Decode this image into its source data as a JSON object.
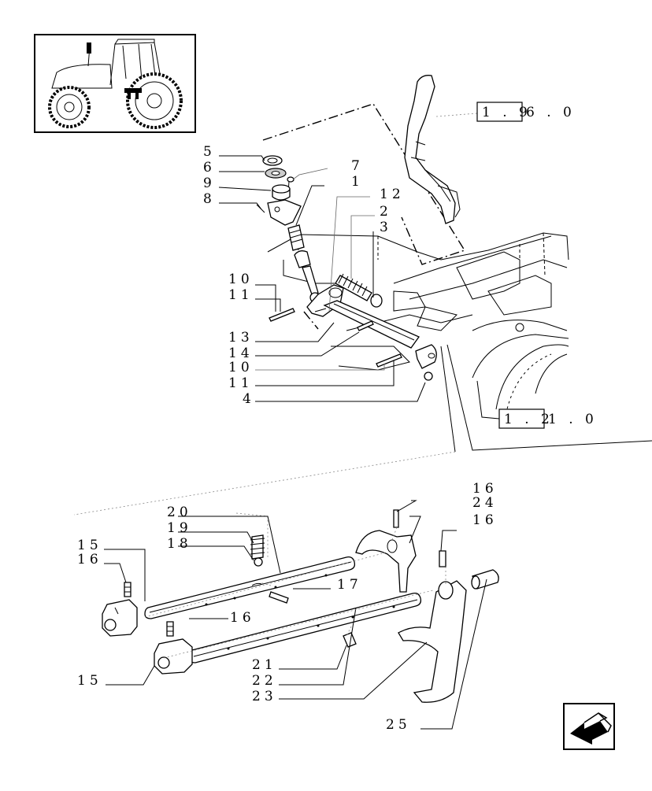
{
  "callouts": {
    "c5": "5",
    "c6": "6",
    "c9": "9",
    "c8": "8",
    "c7": "7",
    "c1": "1",
    "c12": "12",
    "c2": "2",
    "c3": "3",
    "c10a": "10",
    "c11a": "11",
    "c13": "13",
    "c14": "14",
    "c10b": "10",
    "c11b": "11",
    "c4": "4",
    "c16a": "16",
    "c24": "24",
    "c16b": "16",
    "c20": "20",
    "c19": "19",
    "c18": "18",
    "c15a": "15",
    "c16c": "16",
    "c17": "17",
    "c16d": "16",
    "c15b": "15",
    "c21": "21",
    "c22": "22",
    "c23": "23",
    "c25": "25"
  },
  "references": {
    "ref1": {
      "boxed": "1 . 9",
      "rest": "6 . 0"
    },
    "ref2": {
      "boxed": "1 . 2",
      "rest": "1 . 0"
    }
  },
  "icons": {
    "thumbnail": "tractor-thumbnail-icon",
    "nav": "previous-page-arrow-icon"
  }
}
